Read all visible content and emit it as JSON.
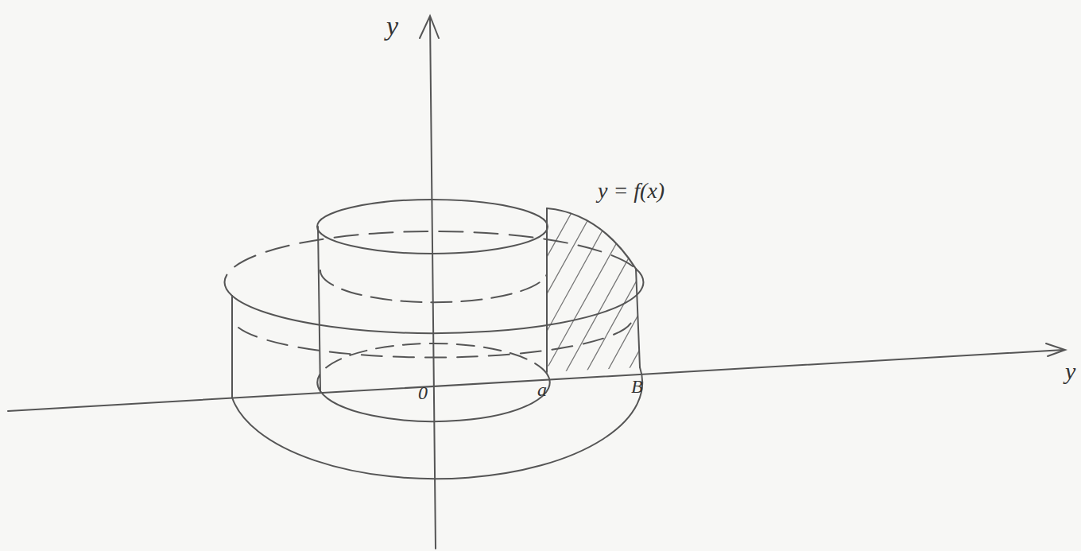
{
  "diagram": {
    "labels": [
      "y",
      "y = f(x)",
      "0",
      "a",
      "B",
      "y"
    ]
  }
}
